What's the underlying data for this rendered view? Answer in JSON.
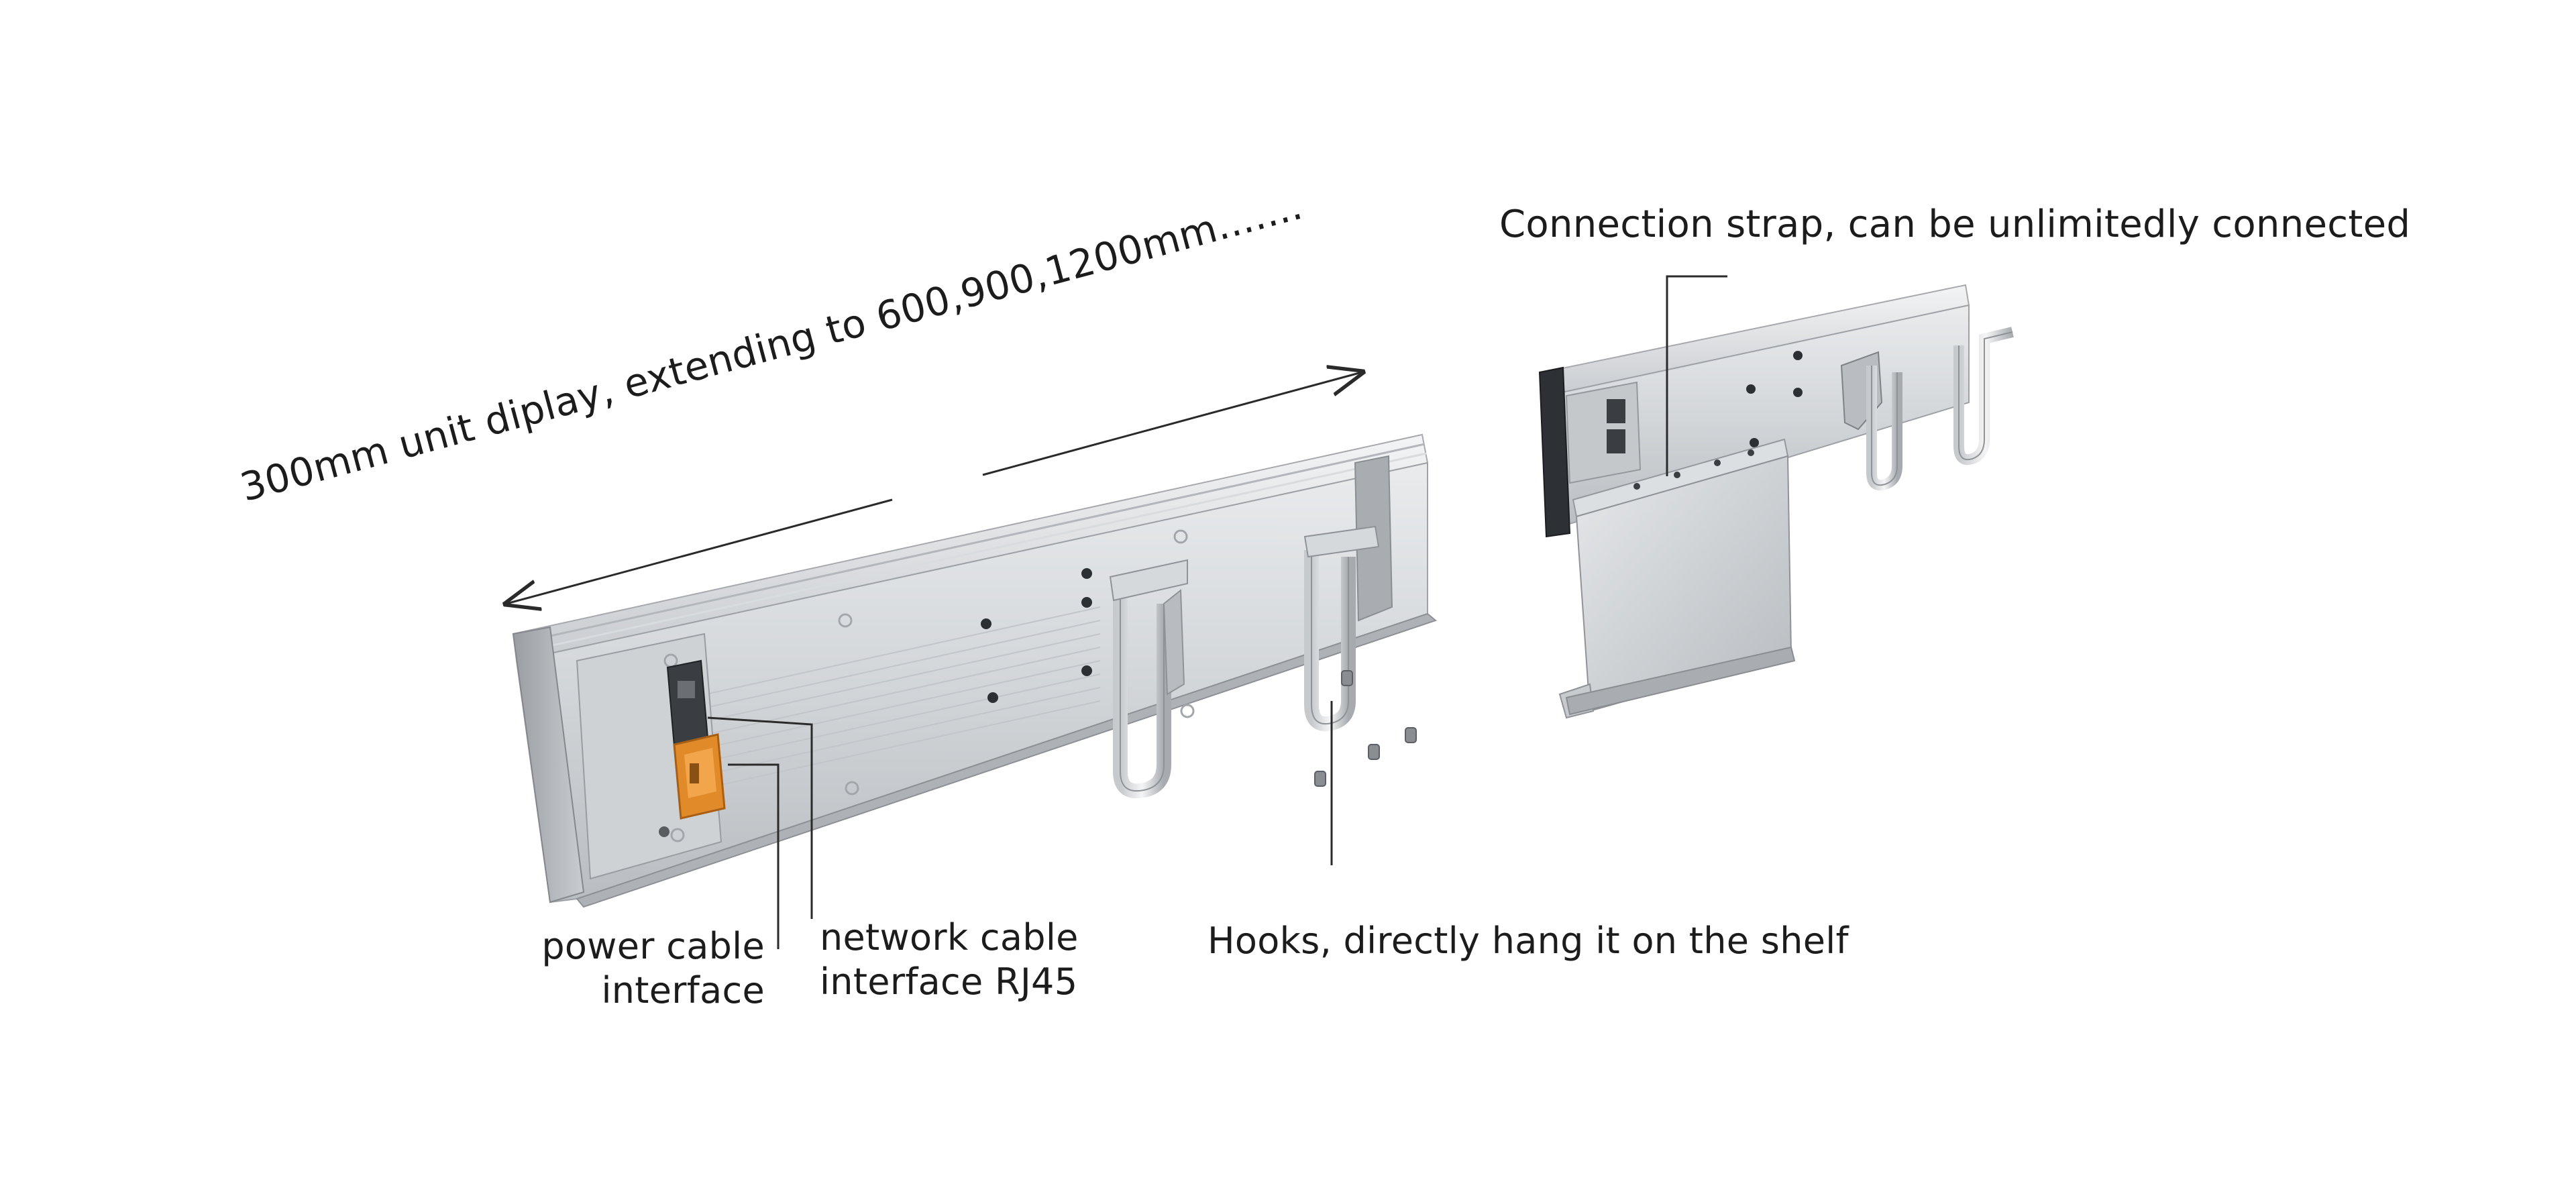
{
  "labels": {
    "length_callout": "300mm unit diplay, extending to 600,900,1200mm.......",
    "connection_strap": "Connection strap, can be unlimitedly connected",
    "power_cable": [
      "power cable",
      "interface"
    ],
    "network_cable": [
      "network cable",
      "interface RJ45"
    ],
    "hooks": "Hooks, directly hang it on the shelf"
  },
  "colors": {
    "aluminum_light": "#e4e6e8",
    "aluminum_mid": "#c3c6c9",
    "aluminum_dark": "#8c9094",
    "connector_orange": "#e08a2a",
    "leader_line": "#2a2a2a"
  },
  "icons": [
    "power-connector-icon",
    "rj45-port-icon",
    "hook-icon",
    "screw-icon"
  ]
}
